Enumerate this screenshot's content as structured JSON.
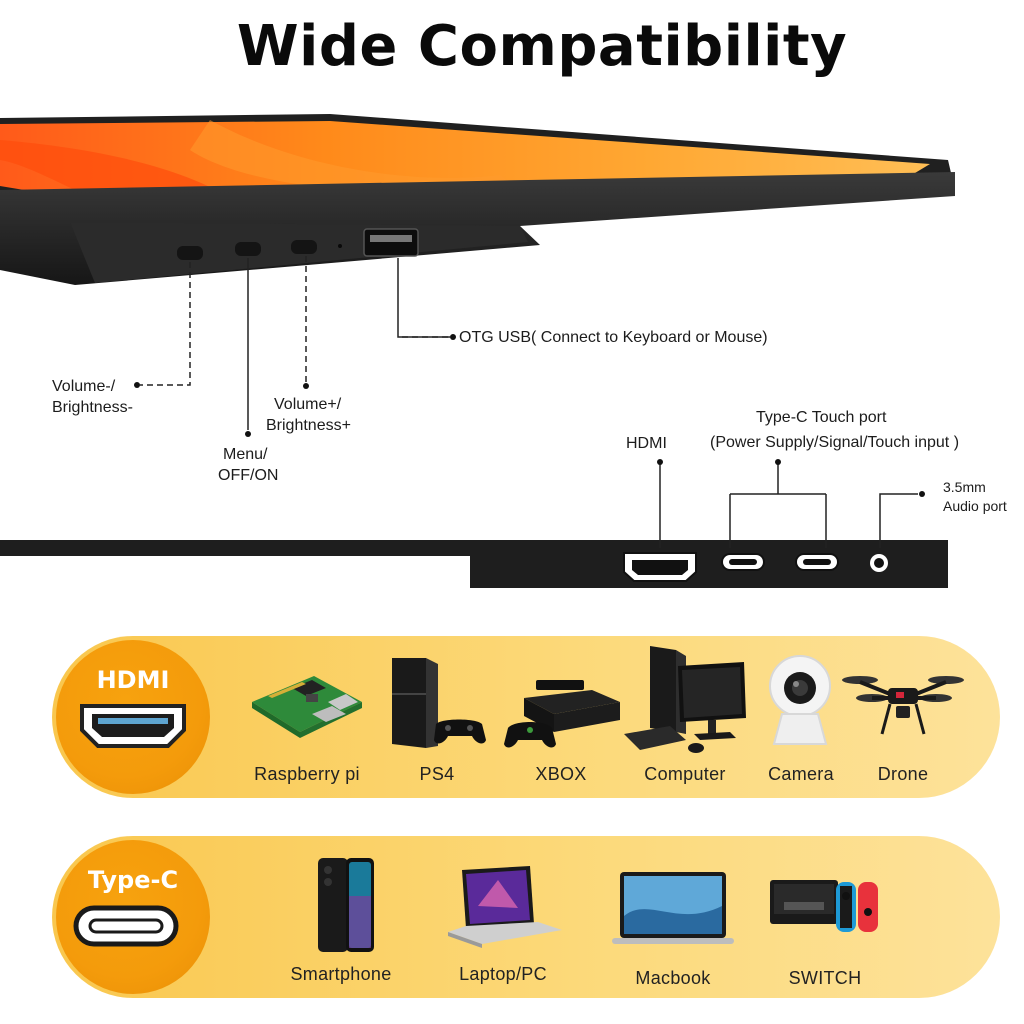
{
  "title": "Wide Compatibility",
  "callouts": {
    "volume_minus": [
      "Volume-/",
      "Brightness-"
    ],
    "menu": [
      "Menu/",
      "OFF/ON"
    ],
    "volume_plus": [
      "Volume+/",
      "Brightness+"
    ],
    "otg_usb": "OTG USB( Connect to Keyboard or Mouse)",
    "hdmi": "HDMI",
    "typec_touch": [
      "Type-C Touch port",
      "(Power Supply/Signal/Touch input )"
    ],
    "audio": [
      "3.5mm",
      "Audio port"
    ]
  },
  "hdmi_panel": {
    "badge": "HDMI",
    "devices": [
      {
        "label": "Raspberry pi",
        "icon": "raspberry-pi-board-icon"
      },
      {
        "label": "PS4",
        "icon": "ps4-console-icon"
      },
      {
        "label": "XBOX",
        "icon": "xbox-console-icon"
      },
      {
        "label": "Computer",
        "icon": "desktop-computer-icon"
      },
      {
        "label": "Camera",
        "icon": "security-camera-icon"
      },
      {
        "label": "Drone",
        "icon": "drone-icon"
      }
    ]
  },
  "typec_panel": {
    "badge": "Type-C",
    "devices": [
      {
        "label": "Smartphone",
        "icon": "smartphone-icon"
      },
      {
        "label": "Laptop/PC",
        "icon": "laptop-icon"
      },
      {
        "label": "Macbook",
        "icon": "macbook-icon"
      },
      {
        "label": "SWITCH",
        "icon": "switch-console-icon"
      }
    ]
  },
  "colors": {
    "panel": "#fcd979",
    "badge": "#f49b0b",
    "monitor_body": "#1f1f1f",
    "screen_orange": "#ff7a10"
  }
}
